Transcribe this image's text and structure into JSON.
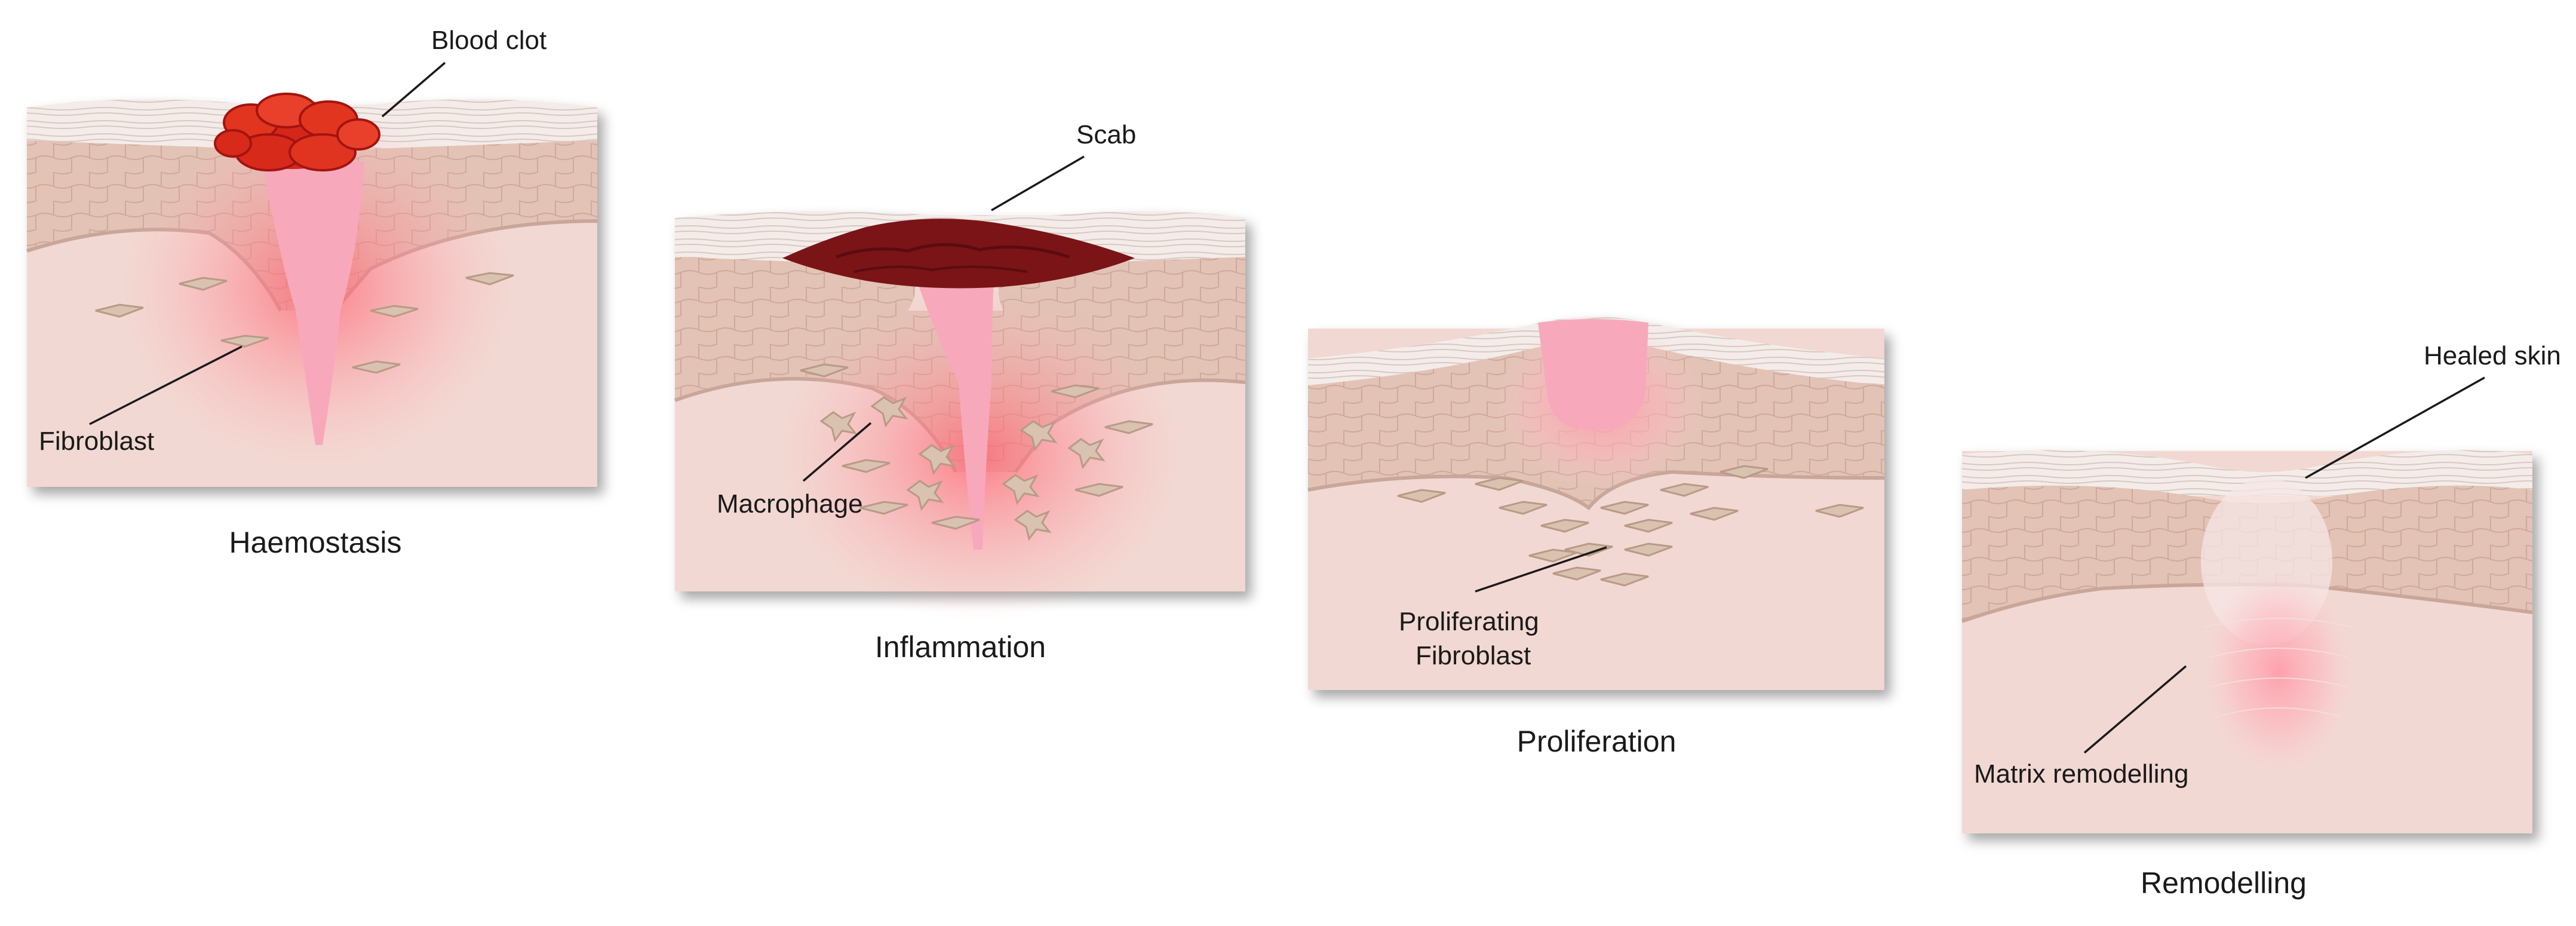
{
  "panels": [
    {
      "title": "Haemostasis",
      "callouts": [
        "Blood clot",
        "Fibroblast"
      ]
    },
    {
      "title": "Inflammation",
      "callouts": [
        "Scab",
        "Macrophage"
      ]
    },
    {
      "title": "Proliferation",
      "callouts": [
        "Proliferating",
        "Fibroblast"
      ]
    },
    {
      "title": "Remodelling",
      "callouts": [
        "Healed skin",
        "Matrix remodelling"
      ]
    }
  ],
  "colors": {
    "dermis": "#f2d8d2",
    "epidermis": "#e2c3b6",
    "stratum_corneum": "#f3ebe8",
    "basal_line": "#c9a69a",
    "wound": "#f7a9bb",
    "inflammation_glow": "#ff5f6e",
    "blood_clot": "#d6261a",
    "scab": "#7a1417",
    "cell": "#d9c2b0"
  },
  "icons": [
    "skin-cross-section",
    "blood-clot",
    "scab",
    "fibroblast-cell",
    "macrophage-cell"
  ]
}
